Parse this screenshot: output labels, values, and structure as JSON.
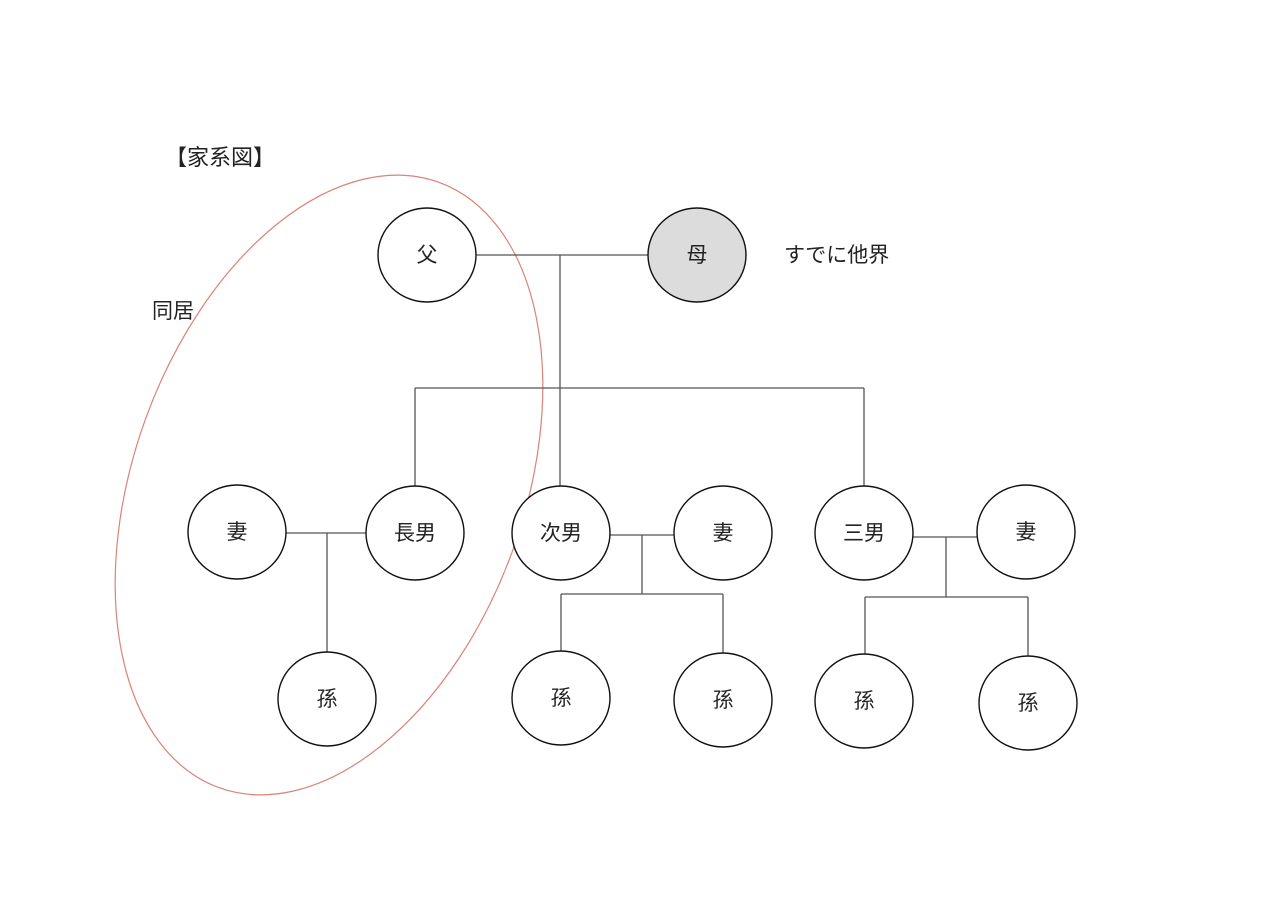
{
  "diagram": {
    "title": "【家系図】",
    "group_label": "同居",
    "note": "すでに他界",
    "colors": {
      "group_outline": "#d9837a",
      "deceased_fill": "#dcdcdc",
      "person_fill": "#ffffff",
      "line": "#555555"
    },
    "people": {
      "father": "父",
      "mother": "母",
      "eldest_son": "長男",
      "eldest_son_wife": "妻",
      "second_son": "次男",
      "second_son_wife": "妻",
      "third_son": "三男",
      "third_son_wife": "妻",
      "grandchild_1": "孫",
      "grandchild_2": "孫",
      "grandchild_3": "孫",
      "grandchild_4": "孫",
      "grandchild_5": "孫"
    }
  }
}
